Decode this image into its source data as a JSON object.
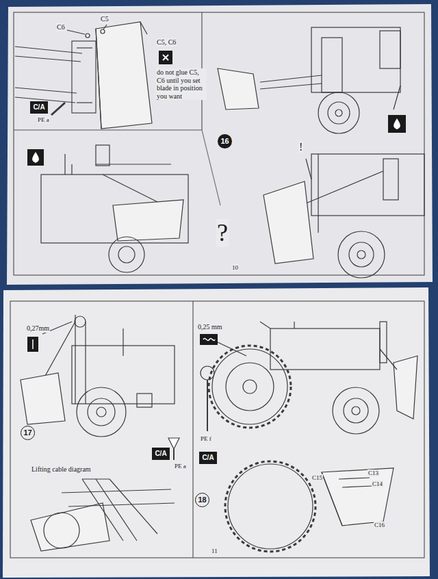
{
  "diagram": {
    "nodes": [
      {
        "text": [
          "C/A"
        ]
      },
      {
        "text": [
          "16"
        ]
      },
      {
        "text": [
          "C/A"
        ]
      },
      {
        "text": [
          "17"
        ]
      },
      {
        "text": [
          "C/A"
        ]
      },
      {
        "text": [
          "18"
        ]
      }
    ],
    "labels": [
      "C6",
      "C5",
      "C5, C6",
      "do not glue C5, C6 until you set blade in position you want",
      "PE a",
      "?",
      "!",
      "10",
      "0,27mm",
      "PE a",
      "Lifting cable diagram",
      "0,25 mm",
      "PE f",
      "C15",
      "C13",
      "C14",
      "C16",
      "11"
    ]
  }
}
